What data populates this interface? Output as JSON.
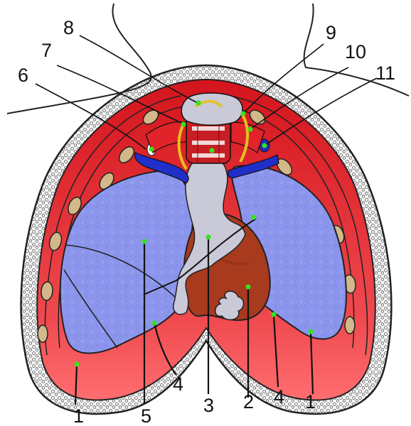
{
  "figure": {
    "labels": [
      {
        "id": "1a",
        "text": "1"
      },
      {
        "id": "5",
        "text": "5"
      },
      {
        "id": "4a",
        "text": "4"
      },
      {
        "id": "3",
        "text": "3"
      },
      {
        "id": "2",
        "text": "2"
      },
      {
        "id": "4b",
        "text": "4"
      },
      {
        "id": "1b",
        "text": "1"
      },
      {
        "id": "6",
        "text": "6"
      },
      {
        "id": "7",
        "text": "7"
      },
      {
        "id": "8",
        "text": "8"
      },
      {
        "id": "9",
        "text": "9"
      },
      {
        "id": "10",
        "text": "10"
      },
      {
        "id": "11",
        "text": "11"
      }
    ],
    "colors": {
      "pleura_red": "#e0242a",
      "lung_blue": "#8c95ec",
      "heart_brown": "#a83a1e",
      "thymus_grey": "#c9c9d8",
      "vessel_blue": "#1f2fc8",
      "nerve_yellow": "#e4c21e",
      "rib_tan": "#d2b88a",
      "skin_grey": "#f4f4f4",
      "pin_green": "#36e21c"
    }
  }
}
